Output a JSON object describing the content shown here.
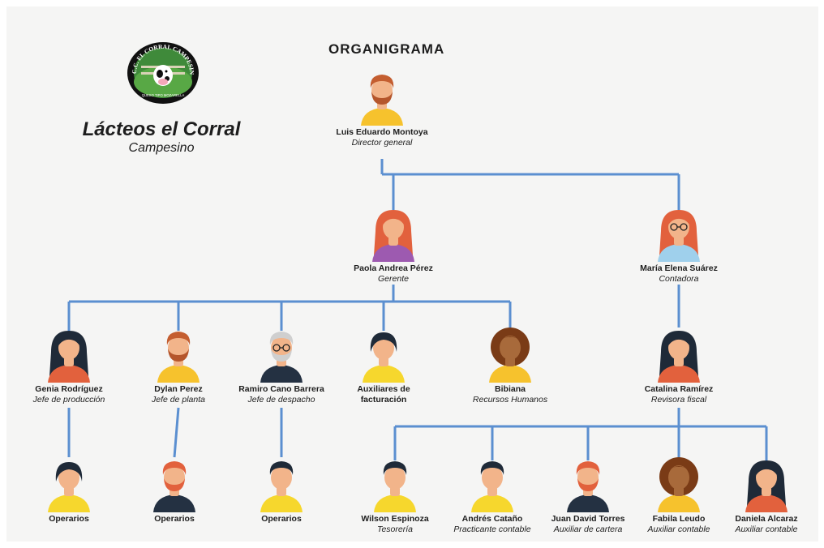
{
  "title": "ORGANIGRAMA",
  "brand": {
    "name": "Lácteos el Corral",
    "subtitle": "Campesino",
    "logo_text": "L.C.C. EL CORRAL CAMPESINO",
    "logo_bottom_text": "QUESO TIPO MOZARELLA"
  },
  "nodes": [
    {
      "id": "luis",
      "name": "Luis Eduardo Montoya",
      "role": "Director general",
      "avatar": {
        "gender": "m",
        "skin": "#f2b48a",
        "hair": "#c45e30",
        "shirt": "#f6c22d",
        "beard": "#b5562c"
      }
    },
    {
      "id": "paola",
      "name": "Paola Andrea Pérez",
      "role": "Gerente",
      "avatar": {
        "gender": "f",
        "skin": "#f2b48a",
        "hair": "#e2613d",
        "shirt": "#9d5ab0",
        "long": true
      }
    },
    {
      "id": "maria",
      "name": "María Elena Suárez",
      "role": "Contadora",
      "avatar": {
        "gender": "f",
        "skin": "#f2b48a",
        "hair": "#e2613d",
        "shirt": "#9fd0ec",
        "long": true,
        "glasses": true
      }
    },
    {
      "id": "genia",
      "name": "Genia Rodríguez",
      "role": "Jefe de producción",
      "avatar": {
        "gender": "f",
        "skin": "#f2b48a",
        "hair": "#1f2a38",
        "shirt": "#e2613d",
        "long": true
      }
    },
    {
      "id": "dylan",
      "name": "Dylan Perez",
      "role": "Jefe de planta",
      "avatar": {
        "gender": "m",
        "skin": "#f2b48a",
        "hair": "#c45e30",
        "shirt": "#f6c22d",
        "beard": "#b5562c"
      }
    },
    {
      "id": "ramiro",
      "name": "Ramiro Cano Barrera",
      "role": "Jefe de despacho",
      "avatar": {
        "gender": "m",
        "skin": "#f2b48a",
        "hair": "#cfcfcf",
        "shirt": "#243142",
        "beard": "#cfcfcf",
        "glasses": true
      }
    },
    {
      "id": "aux",
      "name": "Auxiliares de facturación",
      "role": "",
      "avatar": {
        "gender": "f",
        "skin": "#f2b48a",
        "hair": "#1f2a38",
        "shirt": "#f6d72d",
        "bob": true
      }
    },
    {
      "id": "bibiana",
      "name": "Bibiana",
      "role": "Recursos Humanos",
      "avatar": {
        "gender": "f",
        "skin": "#a86a3b",
        "hair": "#7a3b16",
        "shirt": "#f6c22d",
        "curly": true
      }
    },
    {
      "id": "catalina",
      "name": "Catalina Ramírez",
      "role": "Revisora fiscal",
      "avatar": {
        "gender": "f",
        "skin": "#f2b48a",
        "hair": "#1f2a38",
        "shirt": "#e2613d",
        "long": true
      }
    },
    {
      "id": "op1",
      "name": "Operarios",
      "role": "",
      "avatar": {
        "gender": "f",
        "skin": "#f2b48a",
        "hair": "#1f2a38",
        "shirt": "#f6d72d",
        "bob": true
      }
    },
    {
      "id": "op2",
      "name": "Operarios",
      "role": "",
      "avatar": {
        "gender": "m",
        "skin": "#f2b48a",
        "hair": "#e2613d",
        "shirt": "#243142",
        "beard": "#e2613d"
      }
    },
    {
      "id": "op3",
      "name": "Operarios",
      "role": "",
      "avatar": {
        "gender": "m",
        "skin": "#f2b48a",
        "hair": "#1f2a38",
        "shirt": "#f6d72d"
      }
    },
    {
      "id": "wilson",
      "name": "Wilson Espinoza",
      "role": "Tesorería",
      "avatar": {
        "gender": "m",
        "skin": "#f2b48a",
        "hair": "#1f2a38",
        "shirt": "#f6d72d"
      }
    },
    {
      "id": "andres",
      "name": "Andrés Cataño",
      "role": "Practicante contable",
      "avatar": {
        "gender": "m",
        "skin": "#f2b48a",
        "hair": "#1f2a38",
        "shirt": "#f6d72d"
      }
    },
    {
      "id": "juan",
      "name": "Juan David Torres",
      "role": "Auxiliar de cartera",
      "avatar": {
        "gender": "m",
        "skin": "#f2b48a",
        "hair": "#e2613d",
        "shirt": "#243142",
        "beard": "#e2613d"
      }
    },
    {
      "id": "fabila",
      "name": "Fabila Leudo",
      "role": "Auxiliar contable",
      "avatar": {
        "gender": "f",
        "skin": "#a86a3b",
        "hair": "#7a3b16",
        "shirt": "#f6c22d",
        "curly": true
      }
    },
    {
      "id": "daniela",
      "name": "Daniela Alcaraz",
      "role": "Auxiliar contable",
      "avatar": {
        "gender": "f",
        "skin": "#f2b48a",
        "hair": "#1f2a38",
        "shirt": "#e2613d",
        "long": true
      }
    }
  ],
  "edges": [
    [
      "luis",
      "paola"
    ],
    [
      "luis",
      "maria"
    ],
    [
      "paola",
      "genia"
    ],
    [
      "paola",
      "dylan"
    ],
    [
      "paola",
      "ramiro"
    ],
    [
      "paola",
      "aux"
    ],
    [
      "paola",
      "bibiana"
    ],
    [
      "maria",
      "catalina"
    ],
    [
      "genia",
      "op1"
    ],
    [
      "dylan",
      "op2"
    ],
    [
      "ramiro",
      "op3"
    ],
    [
      "catalina",
      "wilson"
    ],
    [
      "catalina",
      "andres"
    ],
    [
      "catalina",
      "juan"
    ],
    [
      "catalina",
      "fabila"
    ],
    [
      "catalina",
      "daniela"
    ]
  ],
  "colors": {
    "line": "#5b8fd0",
    "background": "#f5f5f4",
    "text": "#1d1d1d"
  }
}
